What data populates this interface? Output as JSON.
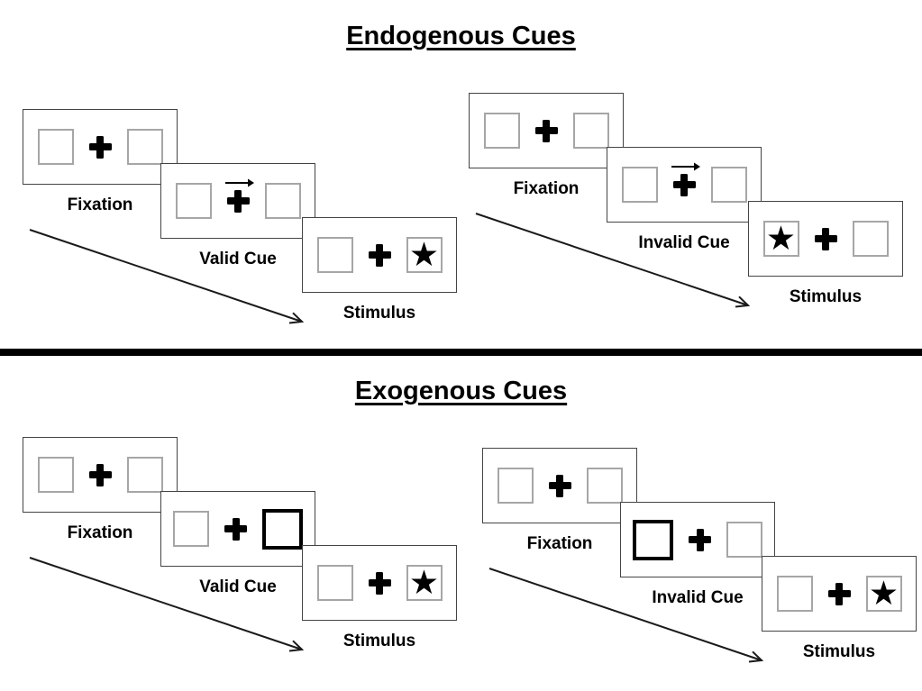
{
  "glyphs": {
    "star": "★"
  },
  "colors": {
    "ink": "#000000",
    "box_border_gray": "#a6a6a6",
    "background": "#ffffff"
  },
  "sections": [
    {
      "title": "Endogenous Cues",
      "trials": [
        {
          "name": "valid",
          "cue_type": "central-arrow-right",
          "stimulus_side": "right",
          "panels": [
            {
              "label": "Fixation"
            },
            {
              "label": "Valid Cue"
            },
            {
              "label": "Stimulus"
            }
          ]
        },
        {
          "name": "invalid",
          "cue_type": "central-arrow-right",
          "stimulus_side": "left",
          "panels": [
            {
              "label": "Fixation"
            },
            {
              "label": "Invalid Cue"
            },
            {
              "label": "Stimulus"
            }
          ]
        }
      ]
    },
    {
      "title": "Exogenous Cues",
      "trials": [
        {
          "name": "valid",
          "cue_type": "peripheral-box-right",
          "stimulus_side": "right",
          "panels": [
            {
              "label": "Fixation"
            },
            {
              "label": "Valid Cue"
            },
            {
              "label": "Stimulus"
            }
          ]
        },
        {
          "name": "invalid",
          "cue_type": "peripheral-box-left",
          "stimulus_side": "right",
          "panels": [
            {
              "label": "Fixation"
            },
            {
              "label": "Invalid Cue"
            },
            {
              "label": "Stimulus"
            }
          ]
        }
      ]
    }
  ]
}
